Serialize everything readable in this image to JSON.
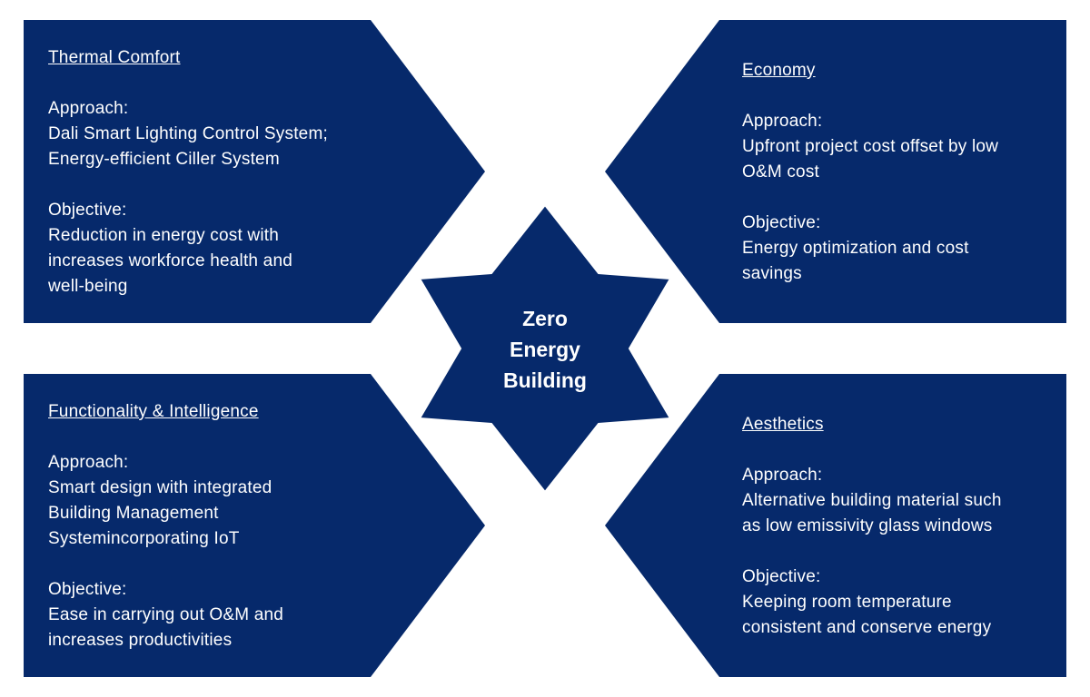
{
  "colors": {
    "fill": "#06296b",
    "text": "#ffffff"
  },
  "center": {
    "line1": "Zero",
    "line2": "Energy",
    "line3": "Building"
  },
  "panels": {
    "thermal": {
      "heading": "Thermal Comfort",
      "approach_label": "Approach:",
      "approach_text": "Dali Smart Lighting Control System;\nEnergy-efficient Ciller System",
      "objective_label": "Objective:",
      "objective_text": "Reduction in energy cost with\nincreases workforce health and\nwell-being"
    },
    "economy": {
      "heading": "Economy",
      "approach_label": "Approach:",
      "approach_text": "Upfront project cost offset by low\nO&M cost",
      "objective_label": "Objective:",
      "objective_text": "Energy optimization and cost\nsavings"
    },
    "functionality": {
      "heading": "Functionality & Intelligence",
      "approach_label": "Approach:",
      "approach_text": "Smart design with integrated\nBuilding Management\nSystemincorporating IoT",
      "objective_label": "Objective:",
      "objective_text": "Ease in carrying out O&M and\nincreases productivities"
    },
    "aesthetics": {
      "heading": "Aesthetics",
      "approach_label": "Approach:",
      "approach_text": "Alternative building material such\nas low emissivity glass windows",
      "objective_label": "Objective:",
      "objective_text": "Keeping room temperature\nconsistent and conserve energy"
    }
  }
}
